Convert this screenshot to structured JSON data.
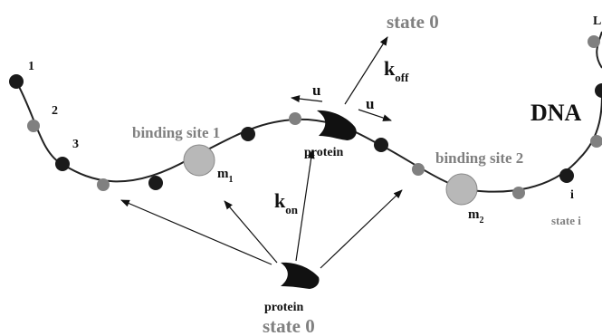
{
  "colors": {
    "curve": "#222222",
    "dark_node": "#1a1a1a",
    "light_node": "#808080",
    "site_fill": "#b8b8b8",
    "grey_text": "#808080",
    "black_text": "#111111"
  },
  "icons": {
    "protein": "protein-icon",
    "node": "dna-node-icon",
    "site": "binding-site-icon"
  },
  "labels": {
    "state0_top": "state 0",
    "state0_bottom": "state 0",
    "k_off_main": "k",
    "k_off_sub": "off",
    "k_on_main": "k",
    "k_on_sub": "on",
    "u_left": "u",
    "u_right": "u",
    "dna": "DNA",
    "site1": "binding site 1",
    "site2": "binding site 2",
    "protein_bound": "protein",
    "protein_free": "protein",
    "m1_main": "m",
    "m1_sub": "1",
    "m2_main": "m",
    "m2_sub": "2",
    "node1": "1",
    "node2": "2",
    "node3": "3",
    "node_i": "i",
    "state_i": "state i",
    "L": "L"
  }
}
